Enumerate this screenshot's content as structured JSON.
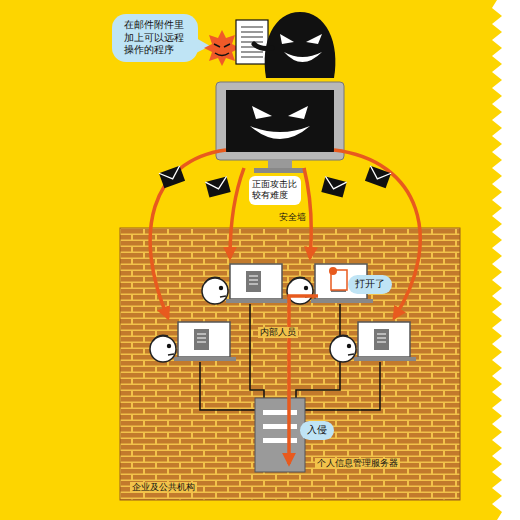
{
  "diagram": {
    "nodes": [
      {
        "text": [
          "在邮件附件里加上可以远程操作的程序"
        ]
      },
      {
        "text": [
          "正面攻击比较有难度"
        ]
      },
      {
        "text": [
          "安全墙",
          "企业及公共机构"
        ]
      },
      {
        "text": [
          "打开了"
        ],
        "in": 2
      },
      {
        "text": [
          "个人信息管理服务器"
        ],
        "in": 2
      },
      {
        "text": [
          "入侵"
        ],
        "in": 2
      }
    ],
    "labels": [
      "内部人员"
    ]
  }
}
